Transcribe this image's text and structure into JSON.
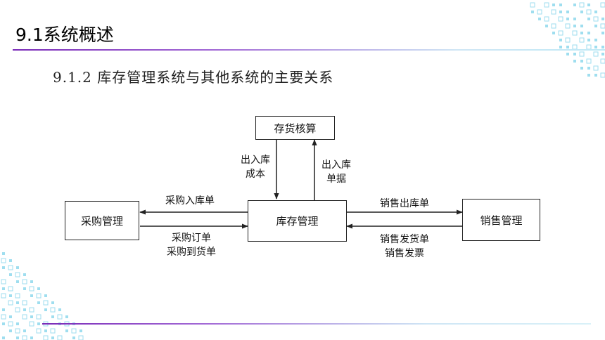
{
  "slide": {
    "title": "9.1系统概述",
    "subtitle": "9.1.2 库存管理系统与其他系统的主要关系"
  },
  "diagram": {
    "nodes": {
      "inventory_accounting": "存货核算",
      "purchase": "采购管理",
      "inventory": "库存管理",
      "sales": "销售管理"
    },
    "edges": {
      "inv_to_accounting": [
        "出入库",
        "成本"
      ],
      "accounting_to_inv": [
        "出入库",
        "单据"
      ],
      "inv_to_purchase": [
        "采购入库单"
      ],
      "purchase_to_inv": [
        "采购订单",
        "采购到货单"
      ],
      "inv_to_sales": [
        "销售出库单"
      ],
      "sales_to_inv": [
        "销售发货单",
        "销售发票"
      ]
    }
  },
  "colors": {
    "accent_purple": "#7a2bb8",
    "decor_cyan": "#7fd3ea",
    "line": "#222222"
  }
}
